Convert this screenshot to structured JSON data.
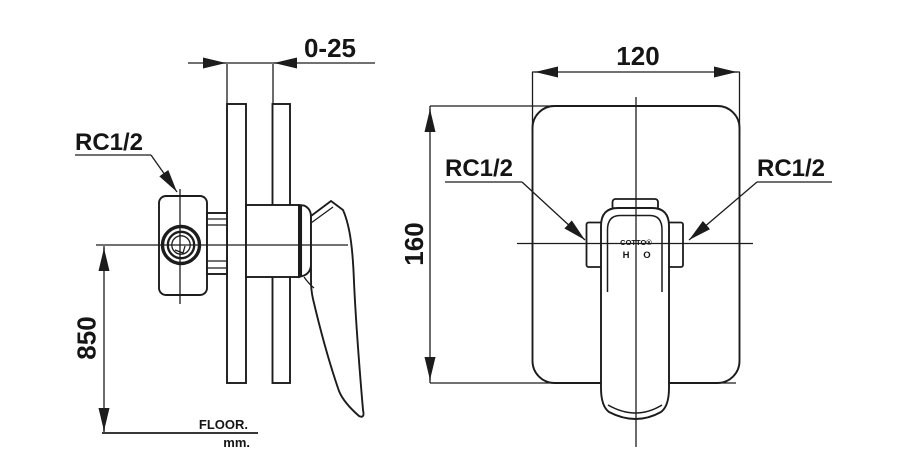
{
  "drawing": {
    "side_view": {
      "thread_label": "RC1/2",
      "wall_range_dim": "0-25",
      "height_dim": "850",
      "floor_label": "FLOOR.",
      "unit_label": "mm."
    },
    "front_view": {
      "width_dim": "120",
      "height_dim": "160",
      "thread_label_left": "RC1/2",
      "thread_label_right": "RC1/2",
      "brand": "COTTO®",
      "hot_label": "H",
      "cold_label": "O"
    },
    "colors": {
      "line": "#1c1c1c",
      "background": "#ffffff"
    }
  }
}
